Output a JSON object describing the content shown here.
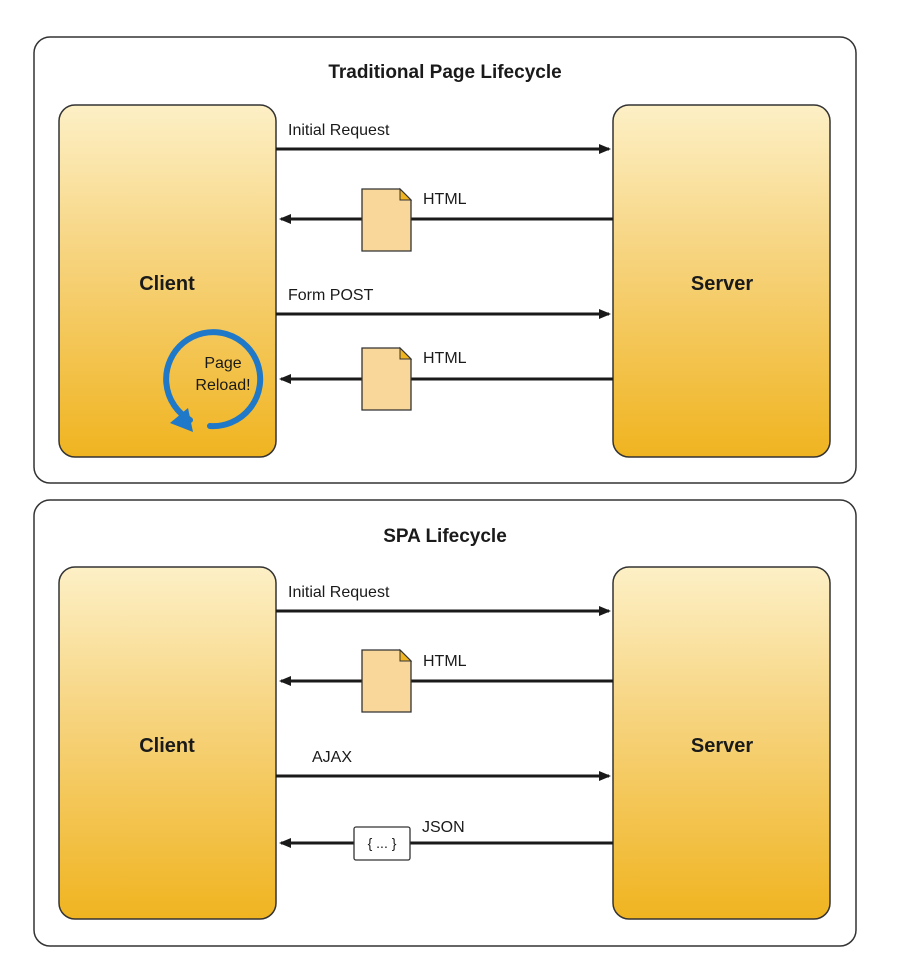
{
  "traditional": {
    "title": "Traditional Page Lifecycle",
    "client_label": "Client",
    "server_label": "Server",
    "reload_line1": "Page",
    "reload_line2": "Reload!",
    "arrows": [
      {
        "label": "Initial Request",
        "direction": "to-server"
      },
      {
        "label": "HTML",
        "direction": "to-client",
        "payload": "document-icon"
      },
      {
        "label": "Form POST",
        "direction": "to-server"
      },
      {
        "label": "HTML",
        "direction": "to-client",
        "payload": "document-icon"
      }
    ]
  },
  "spa": {
    "title": "SPA Lifecycle",
    "client_label": "Client",
    "server_label": "Server",
    "arrows": [
      {
        "label": "Initial Request",
        "direction": "to-server"
      },
      {
        "label": "HTML",
        "direction": "to-client",
        "payload": "document-icon"
      },
      {
        "label": "AJAX",
        "direction": "to-server"
      },
      {
        "label": "JSON",
        "direction": "to-client",
        "payload": "json-icon",
        "payload_text": "{ ... }"
      }
    ]
  },
  "colors": {
    "box_top": "#fdf0c6",
    "box_bottom": "#f0b420",
    "doc_fill": "#f9d79a",
    "reload_arrow": "#1f78c8"
  }
}
